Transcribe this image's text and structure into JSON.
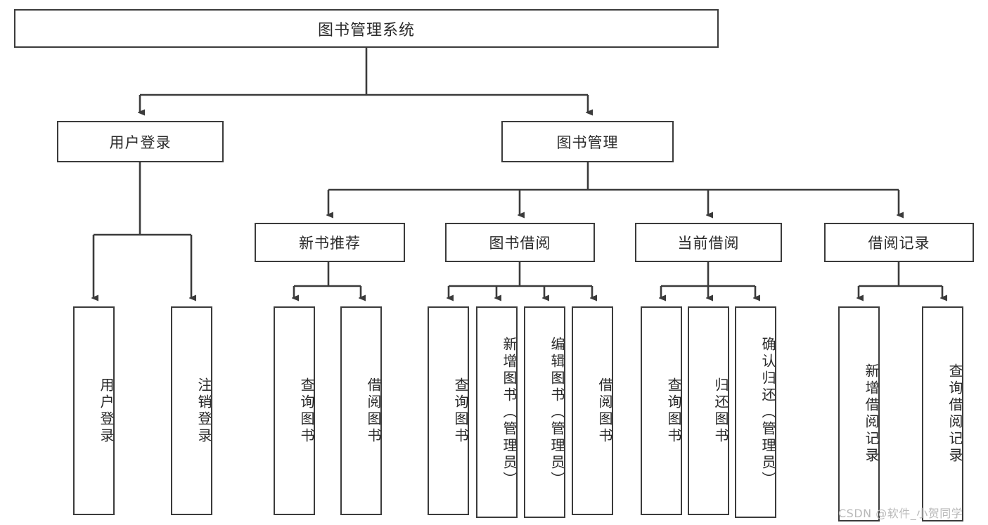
{
  "diagram": {
    "title": "图书管理系统",
    "type": "hierarchy-tree",
    "background_color": "#ffffff",
    "line_color": "#3b3b3b",
    "text_color": "#2a2a2a",
    "root": {
      "label": "图书管理系统"
    },
    "level2": [
      {
        "label": "用户登录"
      },
      {
        "label": "图书管理"
      }
    ],
    "level3": [
      {
        "label": "新书推荐"
      },
      {
        "label": "图书借阅"
      },
      {
        "label": "当前借阅"
      },
      {
        "label": "借阅记录"
      }
    ],
    "leaves": {
      "user_login": [
        {
          "label": "用户登录"
        },
        {
          "label": "注销登录"
        }
      ],
      "new_book_recommend": [
        {
          "label": "查询图书"
        },
        {
          "label": "借阅图书"
        }
      ],
      "book_borrow": [
        {
          "label": "查询图书"
        },
        {
          "label": "新增图书（管理员）"
        },
        {
          "label": "编辑图书（管理员）"
        },
        {
          "label": "借阅图书"
        }
      ],
      "current_borrow": [
        {
          "label": "查询图书"
        },
        {
          "label": "归还图书"
        },
        {
          "label": "确认归还（管理员）"
        }
      ],
      "borrow_record": [
        {
          "label": "新增借阅记录"
        },
        {
          "label": "查询借阅记录"
        }
      ]
    }
  },
  "watermark": {
    "text": "CSDN @软件_小贺同学"
  }
}
